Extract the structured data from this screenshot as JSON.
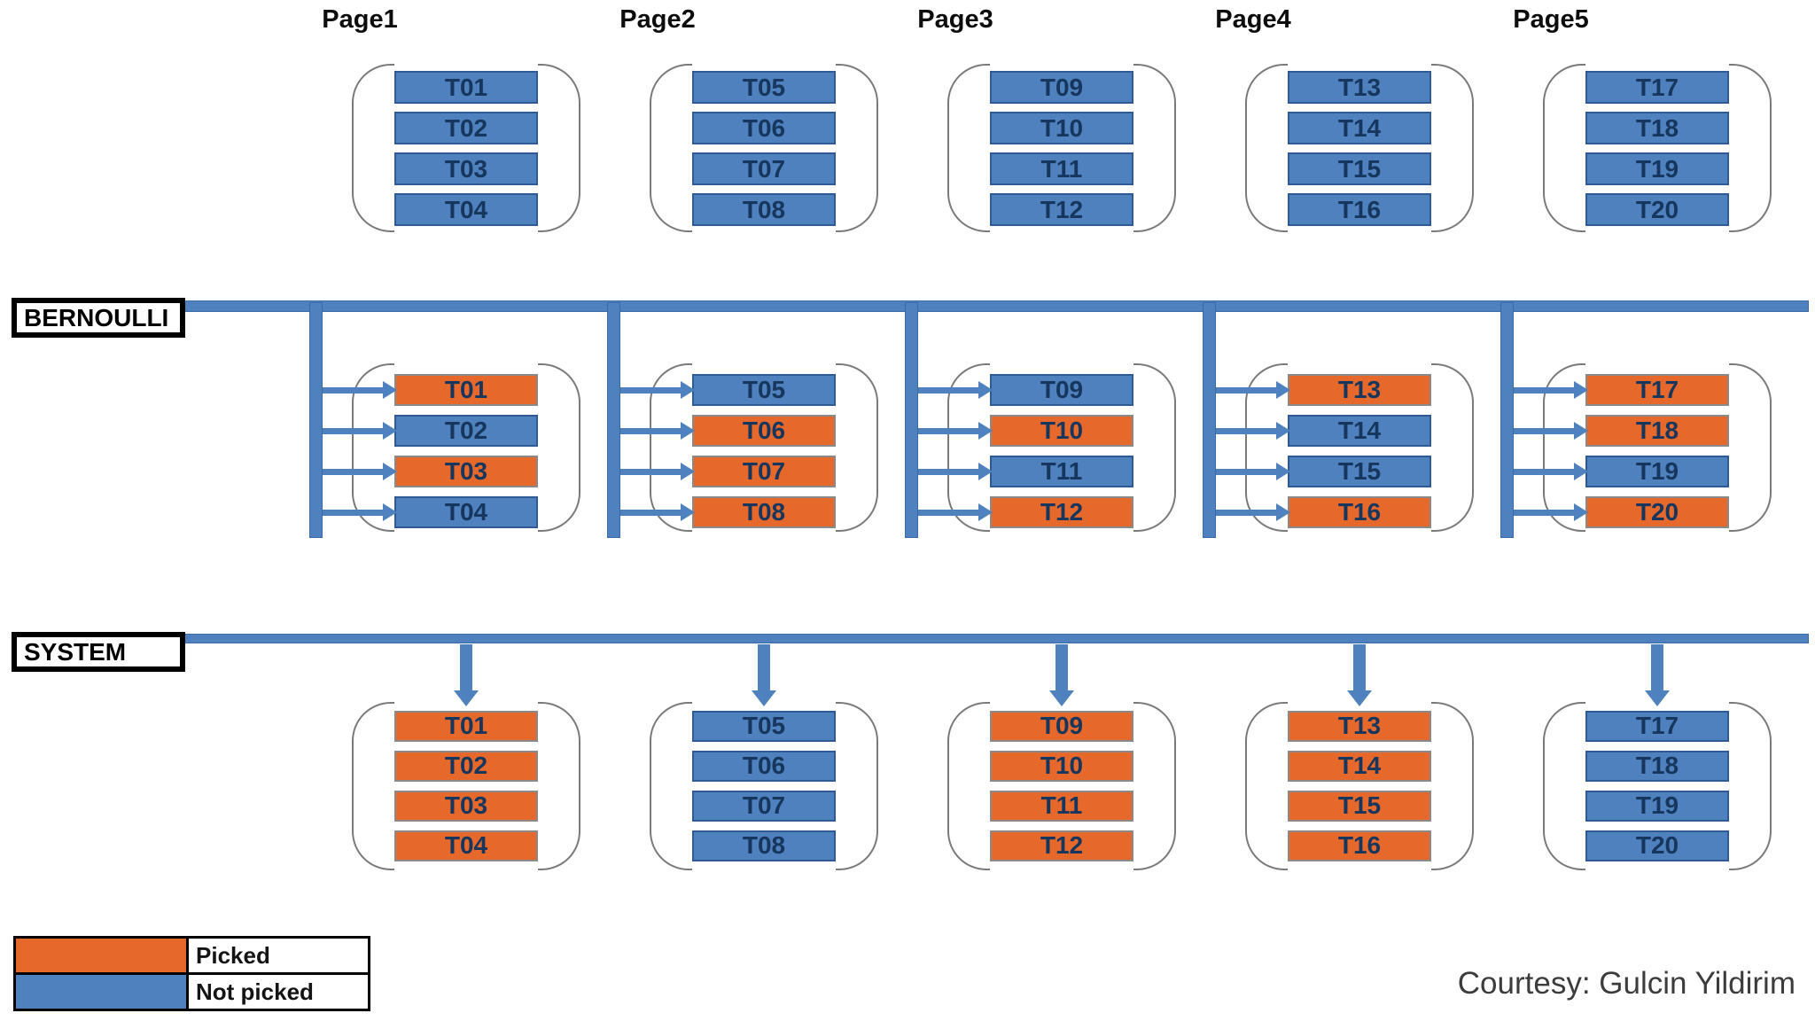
{
  "pages": [
    {
      "header": "Page1",
      "tuples": [
        "T01",
        "T02",
        "T03",
        "T04"
      ]
    },
    {
      "header": "Page2",
      "tuples": [
        "T05",
        "T06",
        "T07",
        "T08"
      ]
    },
    {
      "header": "Page3",
      "tuples": [
        "T09",
        "T10",
        "T11",
        "T12"
      ]
    },
    {
      "header": "Page4",
      "tuples": [
        "T13",
        "T14",
        "T15",
        "T16"
      ]
    },
    {
      "header": "Page5",
      "tuples": [
        "T17",
        "T18",
        "T19",
        "T20"
      ]
    }
  ],
  "sections": [
    {
      "id": "top",
      "label": null,
      "picked": [
        [
          false,
          false,
          false,
          false
        ],
        [
          false,
          false,
          false,
          false
        ],
        [
          false,
          false,
          false,
          false
        ],
        [
          false,
          false,
          false,
          false
        ],
        [
          false,
          false,
          false,
          false
        ]
      ]
    },
    {
      "id": "bernoulli",
      "label": "BERNOULLI",
      "picked": [
        [
          true,
          false,
          true,
          false
        ],
        [
          false,
          true,
          true,
          true
        ],
        [
          false,
          true,
          false,
          true
        ],
        [
          true,
          false,
          false,
          true
        ],
        [
          true,
          true,
          false,
          true
        ]
      ]
    },
    {
      "id": "system",
      "label": "SYSTEM",
      "picked": [
        [
          true,
          true,
          true,
          true
        ],
        [
          false,
          false,
          false,
          false
        ],
        [
          true,
          true,
          true,
          true
        ],
        [
          true,
          true,
          true,
          true
        ],
        [
          false,
          false,
          false,
          false
        ]
      ]
    }
  ],
  "legend": {
    "items": [
      {
        "label": "Picked",
        "state": "picked"
      },
      {
        "label": "Not picked",
        "state": "not_picked"
      }
    ]
  },
  "footer": {
    "credit": "Courtesy: Gulcin Yildirim"
  },
  "colors": {
    "picked": "#E6692B",
    "not_picked": "#4E81BD",
    "bar_blue": "#4E81BD"
  }
}
